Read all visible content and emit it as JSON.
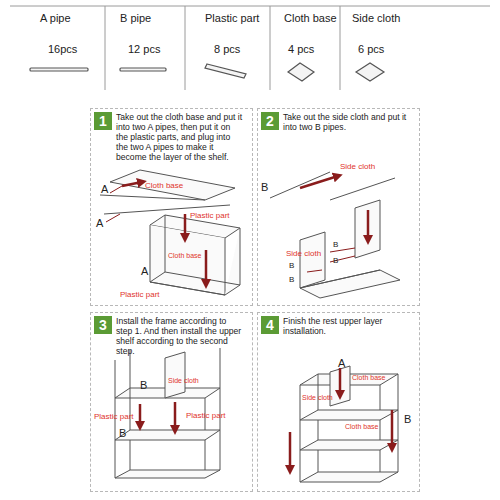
{
  "diagram": {
    "nodes": [
      {
        "text": [
          "1",
          "Take out the cloth base and put it into two A pipes, then put it on the plastic parts, and plug into the two A pipes to make it become the layer of the shelf."
        ]
      },
      {
        "text": [
          "2",
          "Take out the side cloth and put it into two B pipes."
        ]
      },
      {
        "text": [
          "3",
          "Install the frame according to step 1. And then install the upper shelf according to the second step."
        ]
      },
      {
        "text": [
          "4",
          "Finish the rest upper layer installation."
        ]
      }
    ],
    "labels": [
      "A pipe",
      "B pipe",
      "Plastic part",
      "Cloth base",
      "Side cloth",
      "16pcs",
      "12 pcs",
      "8 pcs",
      "4 pcs",
      "6 pcs",
      "A",
      "A",
      "Cloth base",
      "Plastic part",
      "Cloth base",
      "A",
      "Plastic part",
      "B",
      "Side cloth",
      "Side cloth",
      "B",
      "B",
      "B",
      "B",
      "B",
      "Side cloth",
      "Plastic part",
      "Plastic part",
      "B",
      "A",
      "Cloth base",
      "Side cloth",
      "Cloth base",
      "B"
    ]
  }
}
